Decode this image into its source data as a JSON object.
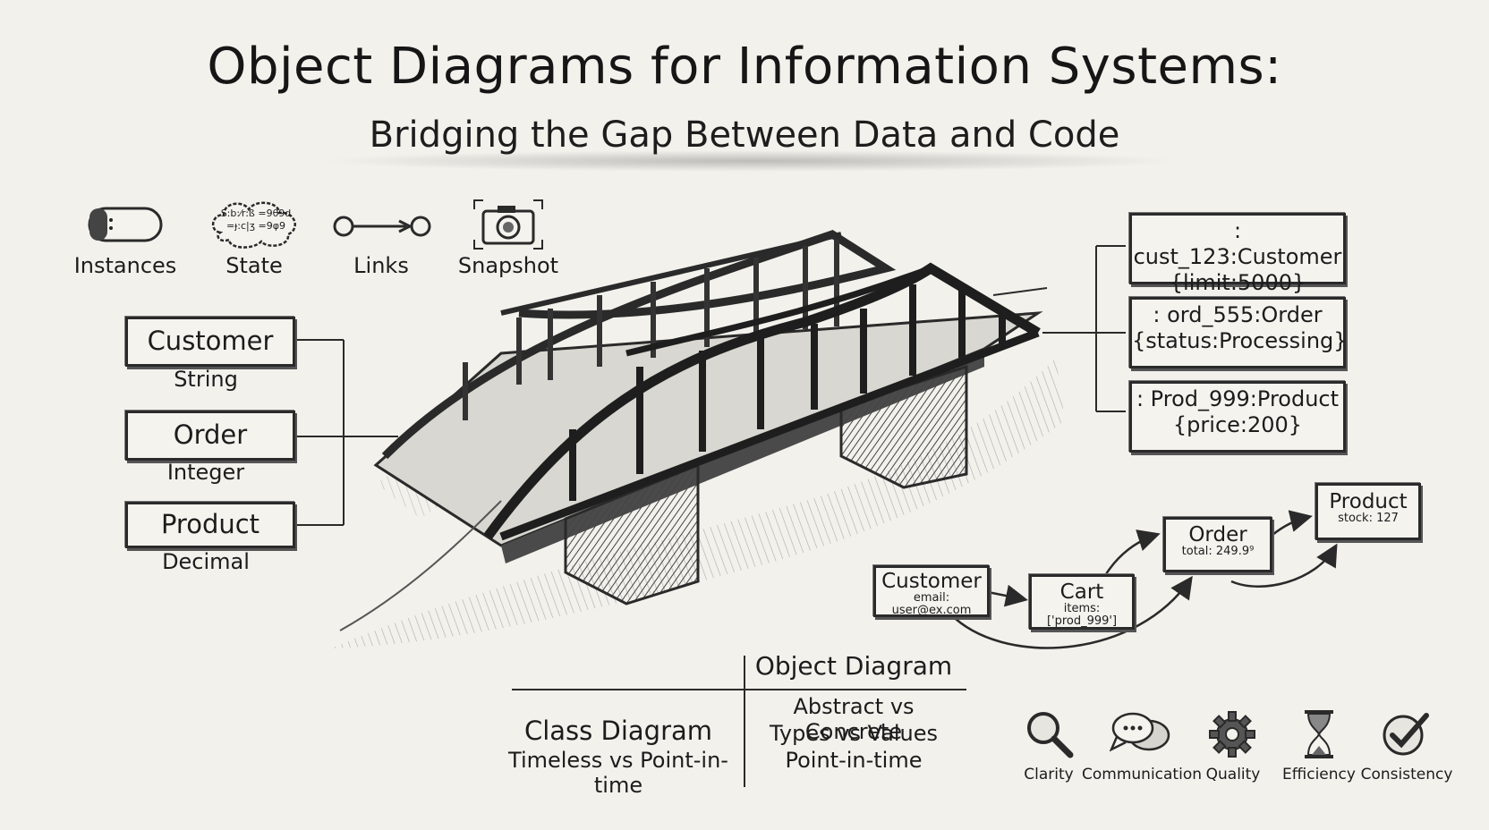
{
  "header": {
    "title": "Object Diagrams for Information Systems:",
    "subtitle": "Bridging the Gap Between Data and Code"
  },
  "concepts": [
    {
      "icon": "instance-pill-icon",
      "label": "Instances"
    },
    {
      "icon": "state-cloud-icon",
      "label": "State",
      "cloud_text_1": "S:b:⁄r:ß =9θ9d",
      "cloud_text_2": "=ɟ:c|ʒ =9φ9"
    },
    {
      "icon": "link-arrow-icon",
      "label": "Links"
    },
    {
      "icon": "camera-icon",
      "label": "Snapshot"
    }
  ],
  "classes": [
    {
      "name": "Customer",
      "type": "String"
    },
    {
      "name": "Order",
      "type": "Integer"
    },
    {
      "name": "Product",
      "type": "Decimal"
    }
  ],
  "instances": [
    {
      "line1": ": cust_123:Customer",
      "line2": "{limit:5000}"
    },
    {
      "line1": ": ord_555:Order",
      "line2": "{status:Processing}"
    },
    {
      "line1": ": Prod_999:Product",
      "line2": "{price:200}"
    }
  ],
  "flow": {
    "customer": {
      "name": "Customer",
      "attr": "email: user@ex.com"
    },
    "cart": {
      "name": "Cart",
      "attr": "items:['prod_999']"
    },
    "order": {
      "name": "Order",
      "attr": "total: 249.9⁹"
    },
    "product": {
      "name": "Product",
      "attr": "stock: 127"
    }
  },
  "comparison": {
    "object_heading": "Object Diagram",
    "class_heading": "Class Diagram",
    "class_sub": "Timeless vs Point-in-time",
    "object_points": [
      "Abstract vs Concrete",
      "Types vs Values",
      "Point-in-time"
    ]
  },
  "benefits": [
    {
      "icon": "magnifier-icon",
      "label": "Clarity"
    },
    {
      "icon": "speech-bubbles-icon",
      "label": "Communication"
    },
    {
      "icon": "gear-icon",
      "label": "Quality"
    },
    {
      "icon": "hourglass-icon",
      "label": "Efficiency"
    },
    {
      "icon": "checkmark-icon",
      "label": "Consistency"
    }
  ],
  "colors": {
    "paper": "#f2f1ec",
    "ink": "#1c1c1c"
  }
}
